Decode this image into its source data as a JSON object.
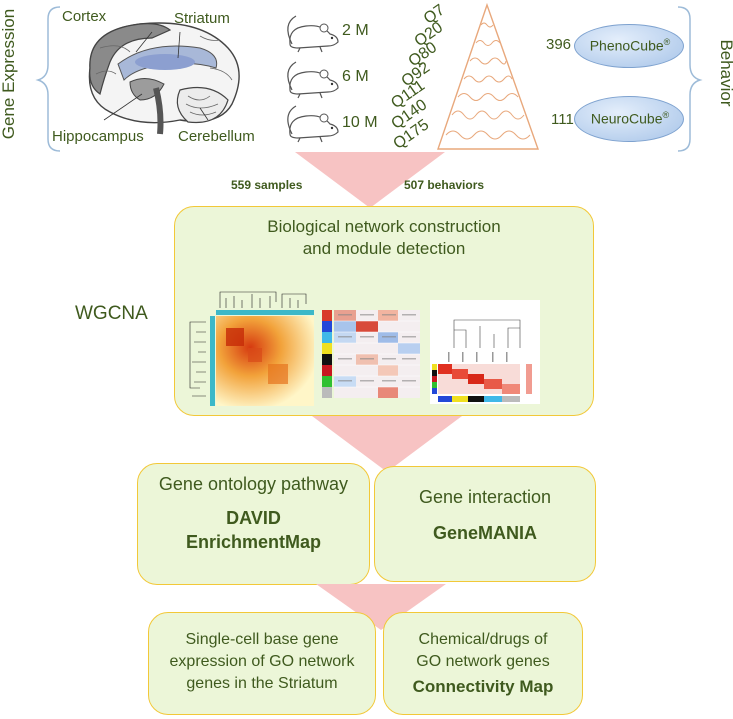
{
  "side_labels": {
    "left": "Gene Expression",
    "right": "Behavior"
  },
  "brain": {
    "cortex": "Cortex",
    "striatum": "Striatum",
    "hippocampus": "Hippocampus",
    "cerebellum": "Cerebellum"
  },
  "mice": [
    {
      "label": "2 M"
    },
    {
      "label": "6 M"
    },
    {
      "label": "10 M"
    }
  ],
  "q_labels": [
    "Q7",
    "Q20",
    "Q80",
    "Q92",
    "Q111",
    "Q140",
    "Q175"
  ],
  "behavior_tests": [
    {
      "count": "396",
      "name": "PhenoCube",
      "mark": "®"
    },
    {
      "count": "111",
      "name": "NeuroCube",
      "mark": "®"
    }
  ],
  "counts": {
    "samples": "559 samples",
    "behaviors": "507  behaviors"
  },
  "wgcna": {
    "label": "WGCNA",
    "title_line1": "Biological network construction",
    "title_line2": "and module detection"
  },
  "go_box": {
    "title": "Gene ontology pathway",
    "tool1": "DAVID",
    "tool2": "EnrichmentMap"
  },
  "interaction_box": {
    "title": "Gene interaction",
    "tool": "GeneMANIA"
  },
  "singlecell_box": {
    "line1": "Single-cell base gene",
    "line2": "expression of GO network",
    "line3": "genes in the Striatum"
  },
  "chem_box": {
    "line1": "Chemical/drugs of",
    "line2": "GO network genes",
    "tool": "Connectivity Map"
  },
  "colors": {
    "text": "#3f5a1e",
    "box_fill": "#ecf6d8",
    "box_border": "#f2c838",
    "arrow": "#f7c3c3",
    "bracket": "#9dbbd8"
  }
}
